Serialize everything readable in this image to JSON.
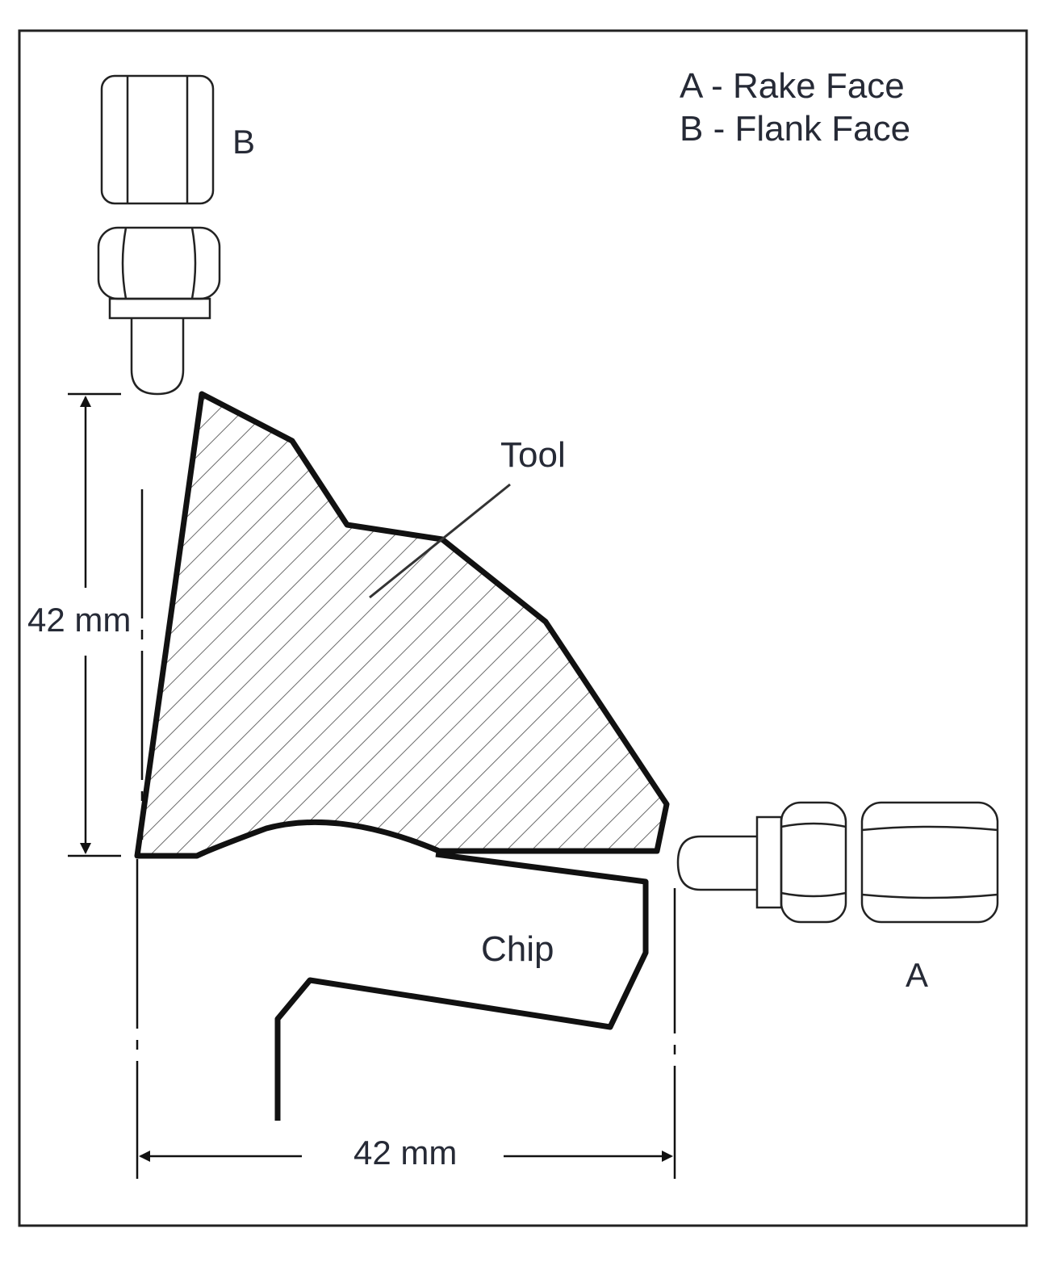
{
  "legend": {
    "line_a": "A - Rake Face",
    "line_b": "B - Flank Face"
  },
  "labels": {
    "nozzle_b": "B",
    "nozzle_a": "A",
    "tool": "Tool",
    "chip": "Chip",
    "dim_vertical": "42 mm",
    "dim_horizontal": "42 mm"
  },
  "colors": {
    "ink": "#111111",
    "text": "#262a36",
    "hatch": "#6b6b6b",
    "background": "#ffffff"
  }
}
